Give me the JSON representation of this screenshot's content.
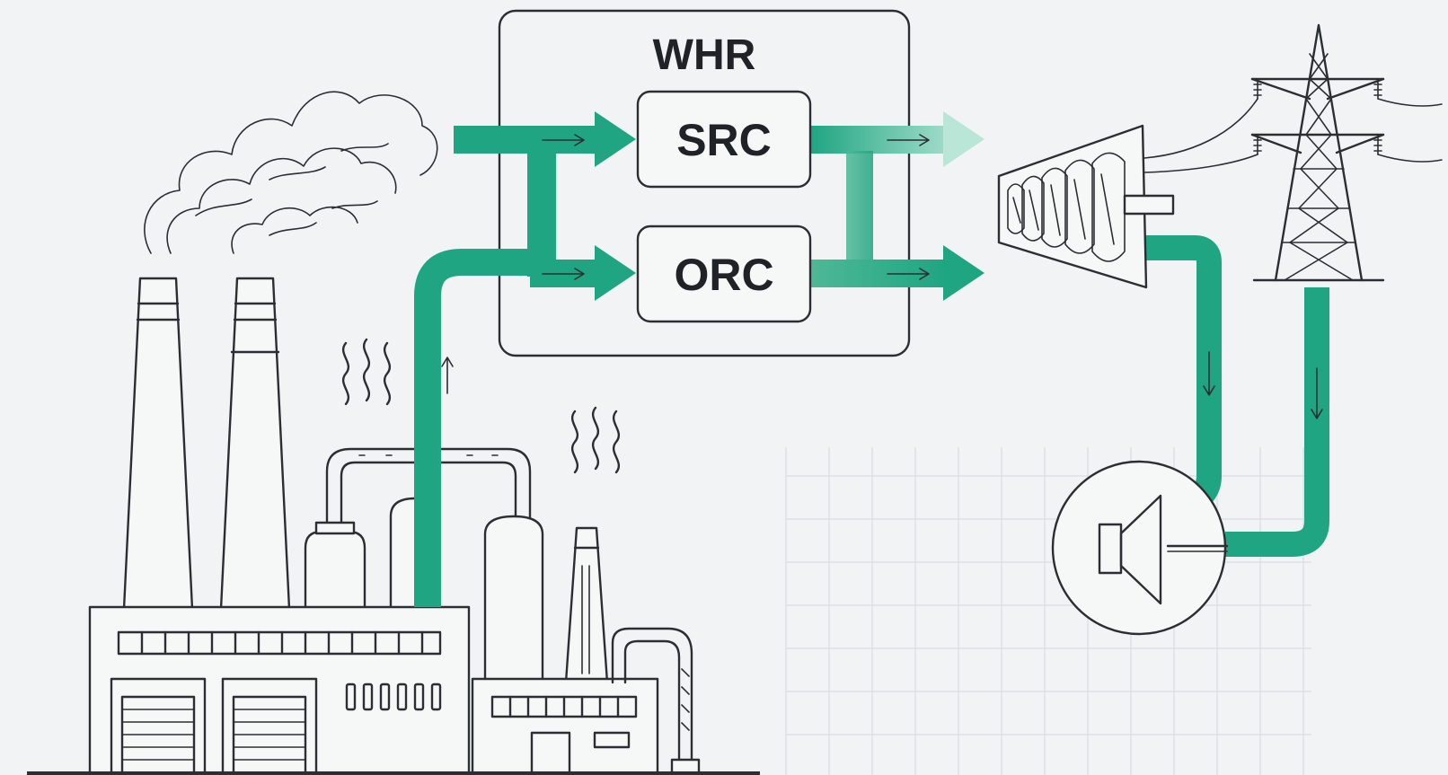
{
  "diagram": {
    "whr_label": "WHR",
    "src_label": "SRC",
    "orc_label": "ORC"
  },
  "colors": {
    "flow": "#1fa582",
    "flow_light": "#7fd0b6",
    "line": "#2b2f33",
    "background": "#f1f3f4"
  },
  "icons": [
    "factory-icon",
    "smoke-icon",
    "heat-wave-icon",
    "turbine-icon",
    "generator-icon",
    "power-pylon-icon"
  ]
}
